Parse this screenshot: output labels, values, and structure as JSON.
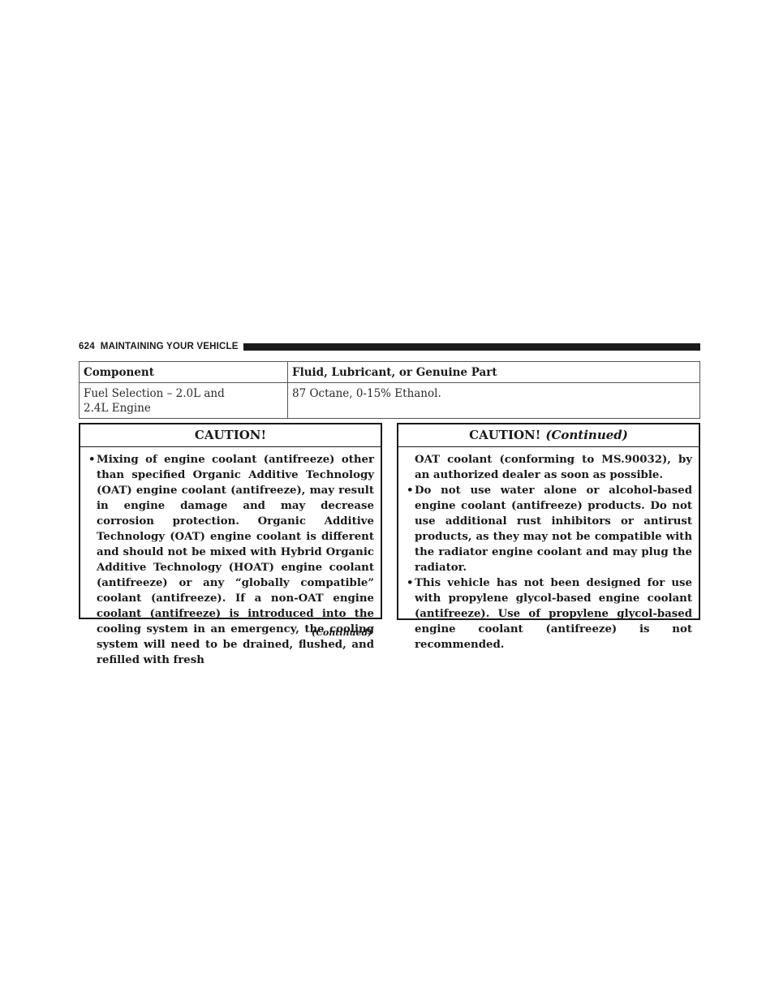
{
  "header": {
    "page_number": "624",
    "section_title": "MAINTAINING YOUR VEHICLE"
  },
  "table": {
    "columns": [
      "Component",
      "Fluid, Lubricant, or Genuine Part"
    ],
    "rows": [
      {
        "component": [
          "Fuel Selection – 2.0L and",
          "2.4L Engine"
        ],
        "fluid": "87 Octane, 0-15% Ethanol."
      }
    ]
  },
  "caution_left": {
    "title": "CAUTION!",
    "bullets": [
      "Mixing of engine coolant (antifreeze) other than specified Organic Additive Technology (OAT) engine coolant (antifreeze), may result in engine damage and may decrease corrosion protection. Organic Additive Technology (OAT) engine coolant is different and should not be mixed with Hybrid Organic Additive Technology (HOAT) engine coolant (antifreeze) or any “globally compatible” coolant (antifreeze). If a non-OAT engine coolant (antifreeze) is introduced into the cooling system in an emergency, the cooling system will need to be drained, flushed, and refilled with fresh"
    ]
  },
  "continued_footer": "(Continued)",
  "caution_right": {
    "title": "CAUTION!",
    "title_suffix": "(Continued)",
    "continuation": "OAT coolant (conforming to MS.90032), by an authorized dealer as soon as possible.",
    "bullets": [
      "Do not use water alone or alcohol-based engine coolant (antifreeze) products. Do not use additional rust inhibitors or antirust products, as they may not be compatible with the radiator engine coolant and may plug the radiator.",
      "This vehicle has not been designed for use with propylene glycol-based engine coolant (antifreeze). Use of propylene glycol-based engine coolant (antifreeze) is not recommended."
    ]
  }
}
